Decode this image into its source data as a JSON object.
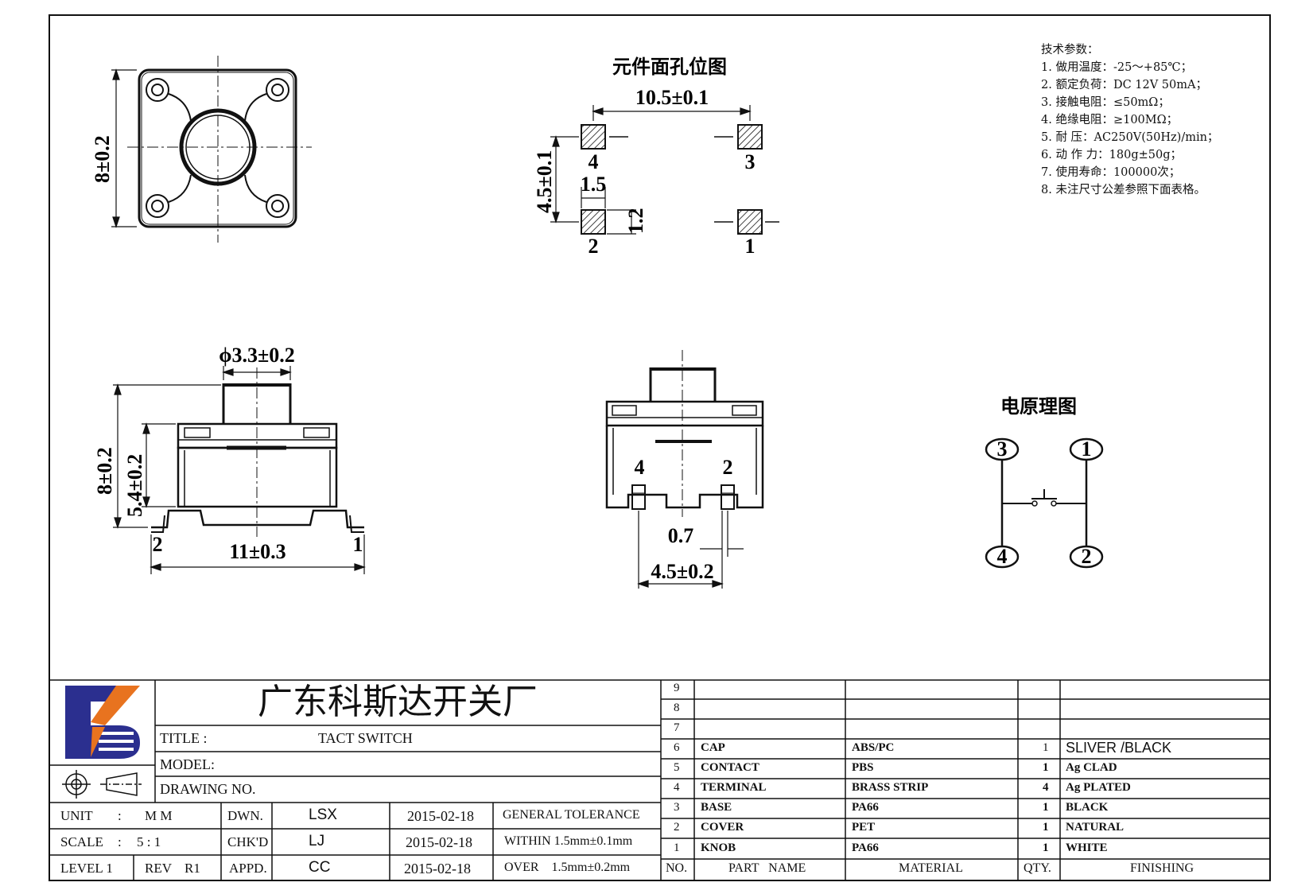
{
  "tech_params": {
    "heading": "技术参数：",
    "items": [
      "1.  做用温度：-25～+85℃；",
      "2.  额定负荷：DC 12V 50mA；",
      "3.  接触电阻：≤50mΩ；",
      "4.  绝缘电阻：≥100MΩ；",
      "5.  耐    压：AC250V(50Hz)/min；",
      "6.  动 作 力：180g±50g；",
      "7.  使用寿命：100000次；",
      "8.  未注尺寸公差参照下面表格。"
    ]
  },
  "views": {
    "top": {
      "dim_side": "8±0.2"
    },
    "pcb": {
      "title": "元件面孔位图",
      "dim_width": "10.5±0.1",
      "dim_height": "4.5±0.1",
      "dim_pad": "1.5",
      "dim_pad_h": "1.2",
      "pins": [
        "4",
        "3",
        "2",
        "1"
      ]
    },
    "side": {
      "dim_knob": "ϕ3.3±0.2",
      "dim_height": "8±0.2",
      "dim_body": "5.4±0.2",
      "dim_width": "11±0.3",
      "pin_left": "2",
      "pin_right": "1"
    },
    "front": {
      "dim_lead": "0.7",
      "dim_span": "4.5±0.2",
      "pin_left": "4",
      "pin_right": "2"
    },
    "schematic": {
      "title": "电原理图",
      "nodes": [
        "3",
        "1",
        "4",
        "2"
      ]
    }
  },
  "title_block": {
    "company": "广东科斯达开关厂",
    "title_label": "TITLE :",
    "title_value": "TACT SWITCH",
    "model_label": "MODEL:",
    "drawing_no_label": "DRAWING NO.",
    "unit_label": "UNIT",
    "unit_colon": ":",
    "unit_value": "M M",
    "scale_label": "SCALE",
    "scale_colon": ":",
    "scale_value": "5 : 1",
    "level_label": "LEVEL 1",
    "rev_label": "REV",
    "rev_value": "R1",
    "signoffs": [
      {
        "role": "DWN.",
        "name": "LSX",
        "date": "2015-02-18"
      },
      {
        "role": "CHK'D",
        "name": "LJ",
        "date": "2015-02-18"
      },
      {
        "role": "APPD.",
        "name": "CC",
        "date": "2015-02-18"
      }
    ],
    "tolerance": {
      "heading": "GENERAL TOLERANCE",
      "within": "WITHIN 1.5mm±0.1mm",
      "over": "OVER    1.5mm±0.2mm"
    }
  },
  "bom": {
    "headers": {
      "no": "NO.",
      "part": "PART   NAME",
      "material": "MATERIAL",
      "qty": "QTY.",
      "finishing": "FINISHING"
    },
    "rows": [
      {
        "no": "9",
        "part": "",
        "material": "",
        "qty": "",
        "finishing": ""
      },
      {
        "no": "8",
        "part": "",
        "material": "",
        "qty": "",
        "finishing": ""
      },
      {
        "no": "7",
        "part": "",
        "material": "",
        "qty": "",
        "finishing": ""
      },
      {
        "no": "6",
        "part": "CAP",
        "material": "ABS/PC",
        "qty": "1",
        "finishing": "SLIVER /BLACK"
      },
      {
        "no": "5",
        "part": "CONTACT",
        "material": "PBS",
        "qty": "1",
        "finishing": "Ag CLAD"
      },
      {
        "no": "4",
        "part": "TERMINAL",
        "material": "BRASS STRIP",
        "qty": "4",
        "finishing": "Ag PLATED"
      },
      {
        "no": "3",
        "part": "BASE",
        "material": "PA66",
        "qty": "1",
        "finishing": "BLACK"
      },
      {
        "no": "2",
        "part": "COVER",
        "material": "PET",
        "qty": "1",
        "finishing": "NATURAL"
      },
      {
        "no": "1",
        "part": "KNOB",
        "material": "PA66",
        "qty": "1",
        "finishing": "WHITE"
      }
    ]
  },
  "colors": {
    "logo_blue": "#2b2f8f",
    "logo_orange": "#e8731f",
    "ink": "#111111"
  }
}
